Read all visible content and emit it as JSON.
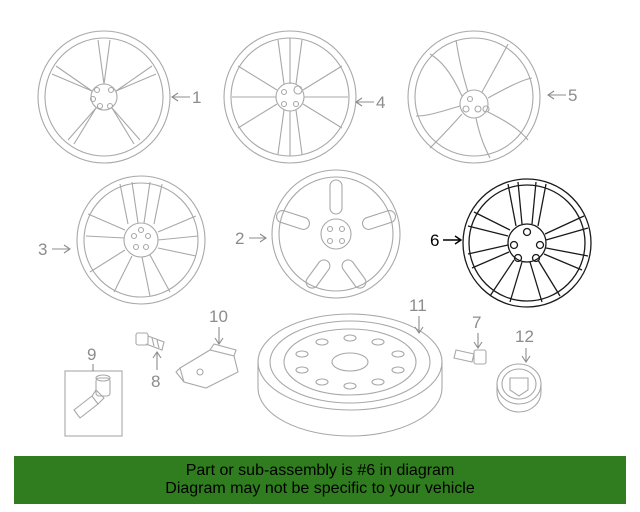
{
  "callouts": {
    "c1": "1",
    "c2": "2",
    "c3": "3",
    "c4": "4",
    "c5": "5",
    "c6": "6",
    "c7": "7",
    "c8": "8",
    "c9": "9",
    "c10": "10",
    "c11": "11",
    "c12": "12"
  },
  "banner": {
    "line1": "Part or sub-assembly is #6 in diagram",
    "line2": "Diagram may not be specific to your vehicle"
  },
  "colors": {
    "banner_bg": "#2f7d1e",
    "part_stroke": "#a8a8a8",
    "highlight_stroke": "#1a1a1a"
  },
  "highlighted_part": "6"
}
